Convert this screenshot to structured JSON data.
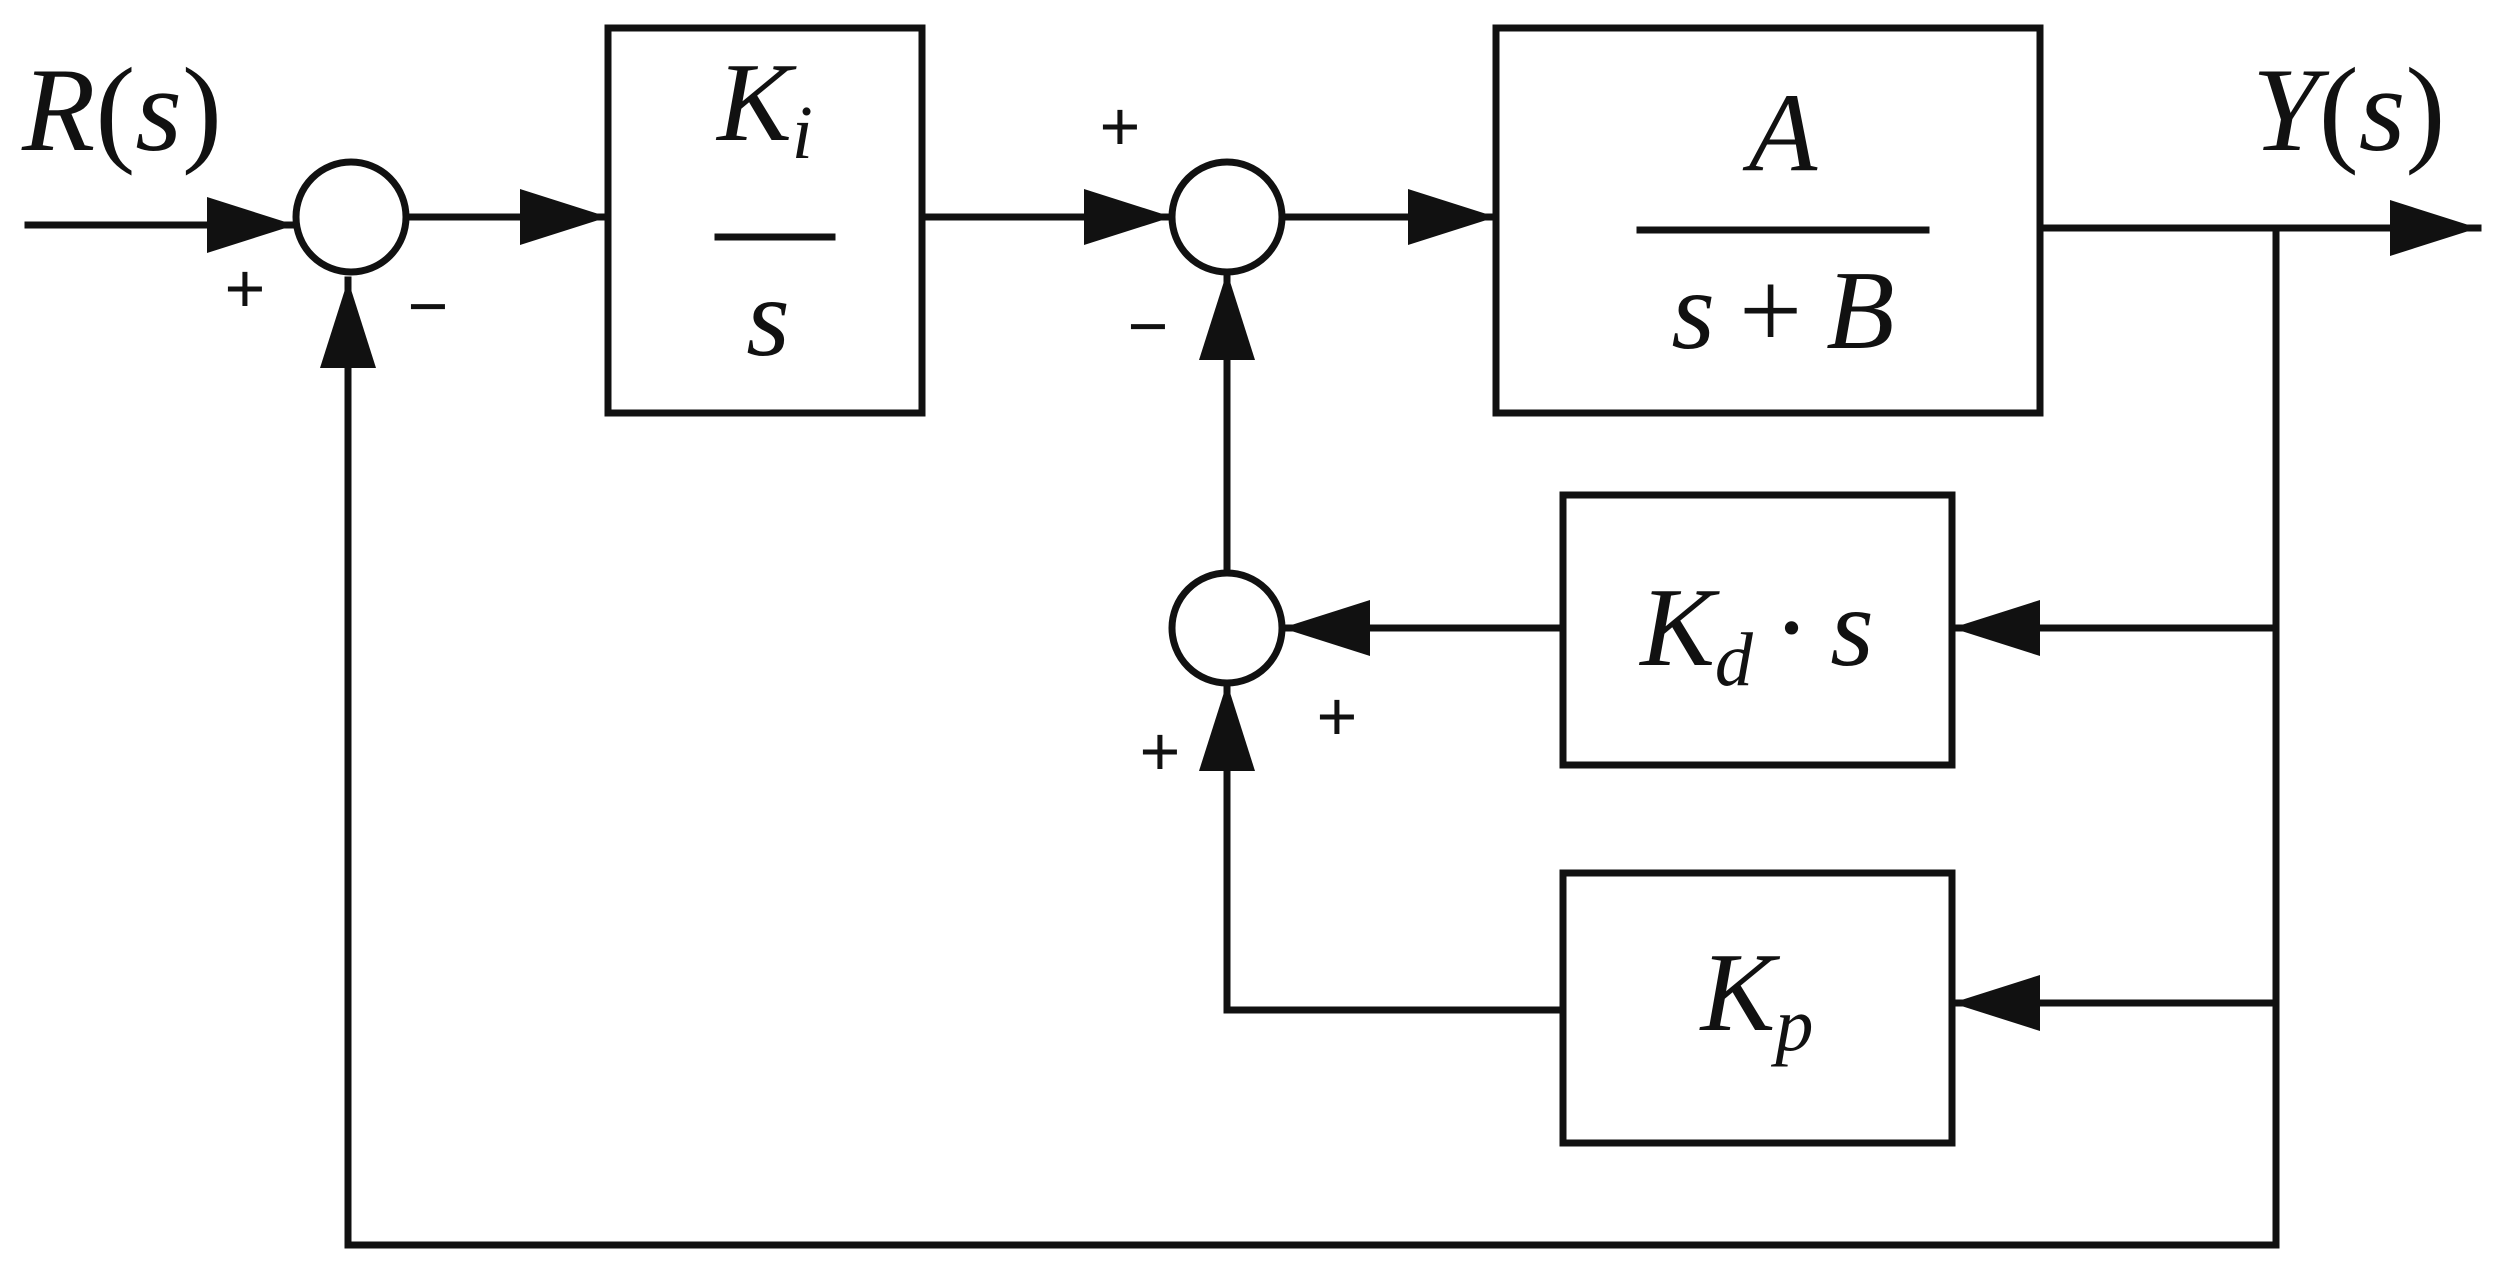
{
  "signals": {
    "input": {
      "name": "R",
      "open": "(",
      "arg": "s",
      "close": ")"
    },
    "output": {
      "name": "Y",
      "open": "(",
      "arg": "s",
      "close": ")"
    }
  },
  "blocks": {
    "integrator": {
      "num_base": "K",
      "num_sub": "i",
      "den": "s"
    },
    "plant": {
      "num": "A",
      "den_s": "s",
      "den_plus": "+",
      "den_b": "B"
    },
    "derivative": {
      "base": "K",
      "sub": "d",
      "dot": "·",
      "s": "s"
    },
    "proportional": {
      "base": "K",
      "sub": "p"
    }
  },
  "signs": {
    "sum1_plus": "+",
    "sum1_minus": "−",
    "sum2_plus": "+",
    "sum2_minus": "−",
    "sum3_plus_right": "+",
    "sum3_plus_bottom": "+"
  }
}
